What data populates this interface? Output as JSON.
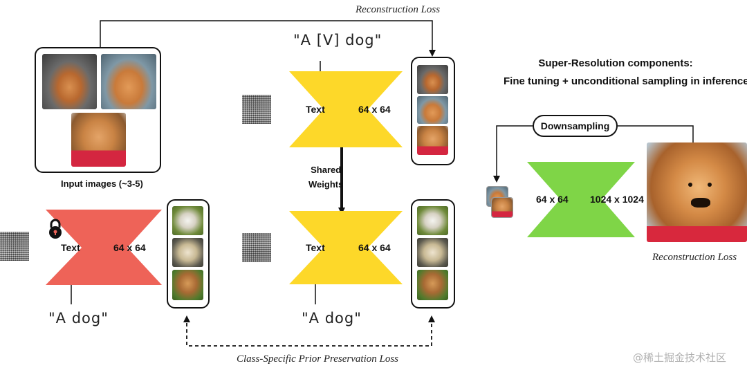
{
  "labels": {
    "reconstruction_loss_top": "Reconstruction Loss",
    "prompt_v_dog": "\"A [V] dog\"",
    "prompt_dog_left": "\"A dog\"",
    "prompt_dog_right": "\"A dog\"",
    "input_images": "Input images (~3-5)",
    "shared_weights_line1": "Shared",
    "shared_weights_line2": "Weights",
    "class_prior_loss": "Class-Specific Prior Preservation Loss",
    "sr_title_line1": "Super-Resolution components:",
    "sr_title_line2": "Fine tuning + unconditional sampling in inference",
    "downsampling": "Downsampling",
    "reconstruction_loss_right": "Reconstruction Loss",
    "watermark": "@稀土掘金技术社区"
  },
  "models": {
    "top": {
      "text": "Text",
      "out": "64 x 64",
      "color": "#fdd829"
    },
    "bottom": {
      "text": "Text",
      "out": "64 x 64",
      "color": "#fdd829"
    },
    "frozen": {
      "text": "Text",
      "out": "64 x 64",
      "color": "#ee6358"
    },
    "sr": {
      "in": "64 x 64",
      "out": "1024 x 1024",
      "color": "#7fd547"
    }
  },
  "icons": {
    "lock": "lock-icon",
    "noise": "noise-icon"
  },
  "colors": {
    "yellow": "#fdd829",
    "red": "#ee6358",
    "green": "#7fd547",
    "ink": "#111111"
  }
}
